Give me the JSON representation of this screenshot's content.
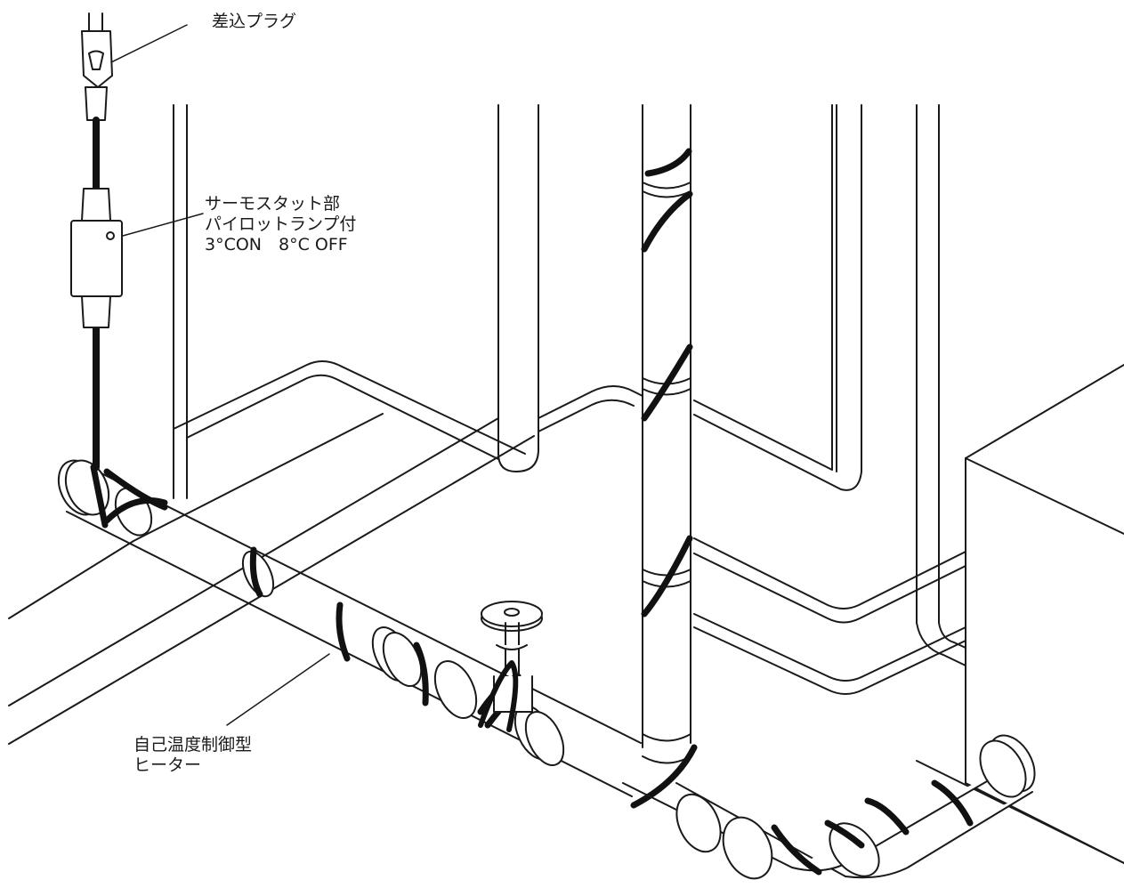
{
  "labels": {
    "plug": "差込プラグ",
    "thermostat": {
      "line1": "サーモスタット部",
      "line2": "パイロットランプ付",
      "line3": "3°CON　8°C OFF"
    },
    "heater": {
      "line1": "自己温度制御型",
      "line2": "ヒーター"
    }
  },
  "colors": {
    "line": "#1a1a1a",
    "fill": "#ffffff",
    "heater_cable": "#111111"
  }
}
